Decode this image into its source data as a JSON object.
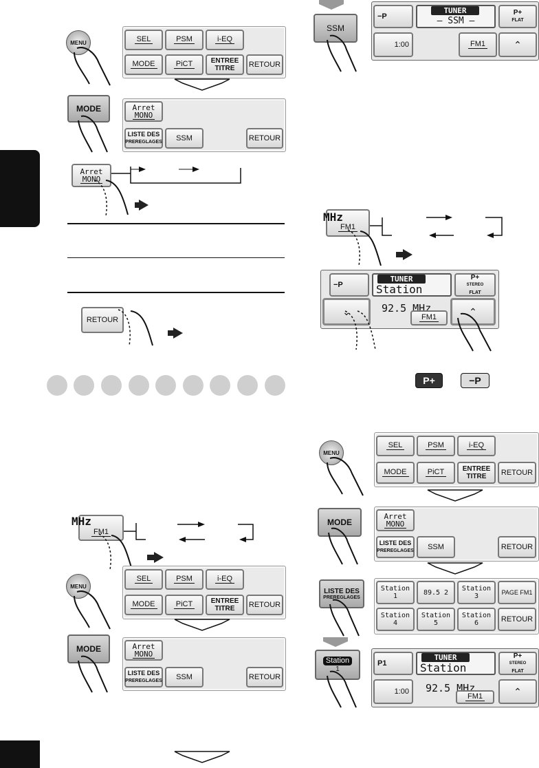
{
  "menu_label": "MENU",
  "menu_row1": [
    "SEL",
    "PSM",
    "i-EQ"
  ],
  "menu_row2": [
    "MODE",
    "PiCT",
    "ENTREE TITRE",
    "RETOUR"
  ],
  "mode_button": "MODE",
  "mode_panel": {
    "arret": "Arret",
    "mono": "MONO",
    "liste1": "LISTE DES",
    "liste2": "PREREGLAGES",
    "ssm": "SSM",
    "retour": "RETOUR"
  },
  "ssm_press": "SSM",
  "tuner": {
    "p_minus": "−P",
    "p_plus": "P+",
    "label": "TUNER",
    "ssm_text": "– SSM –",
    "flat": "FLAT",
    "stereo": "STEREO",
    "time": "1:00",
    "band": "FM1",
    "station": "Station",
    "freq": "92.5 MHz",
    "p1": "P1"
  },
  "mhz_label": "MHz",
  "fm1_label": "FM1",
  "pp_icons": [
    "P+",
    "−P"
  ],
  "presets": {
    "row1": [
      "Station 1",
      "89.5 2",
      "Station 3",
      "PAGE FM1"
    ],
    "row2": [
      "Station 4",
      "Station 5",
      "Station 6",
      "RETOUR"
    ],
    "liste_btn1": "LISTE DES",
    "liste_btn2": "PREREGLAGES"
  },
  "step_station_btn": "Station",
  "step_station_num": "1",
  "colors": {
    "dark": "#111111",
    "panel": "#eaeaea",
    "dot": "#cfcfcf"
  }
}
